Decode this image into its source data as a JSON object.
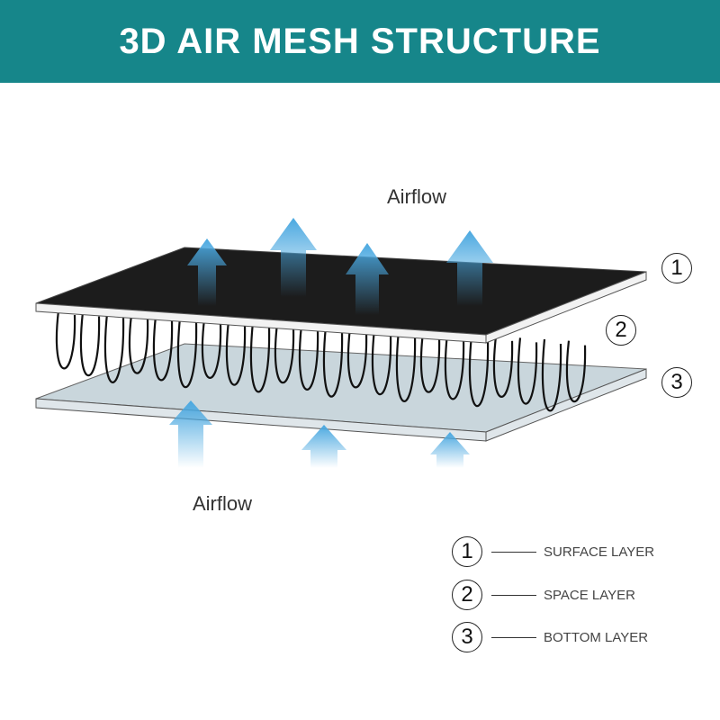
{
  "header": {
    "title": "3D AIR MESH STRUCTURE"
  },
  "diagram": {
    "airflow_top": "Airflow",
    "airflow_bottom": "Airflow",
    "badges": [
      "1",
      "2",
      "3"
    ]
  },
  "legend": [
    {
      "num": "1",
      "label": "SURFACE LAYER"
    },
    {
      "num": "2",
      "label": "SPACE LAYER"
    },
    {
      "num": "3",
      "label": "BOTTOM LAYER"
    }
  ],
  "colors": {
    "header": "#16868a",
    "arrow": "#4aa8e0",
    "surface": "#1a1a1a",
    "bottom": "#c9d6dc"
  }
}
